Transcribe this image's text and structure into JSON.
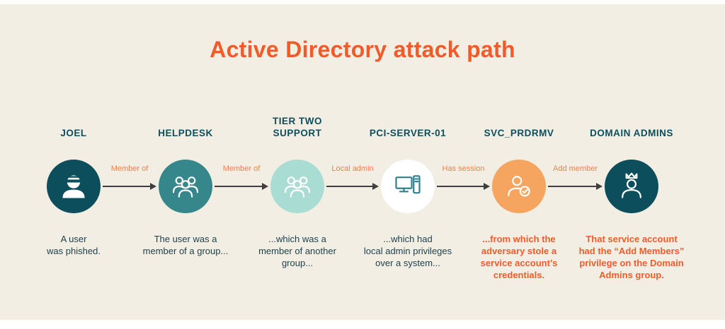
{
  "title": "Active Directory attack path",
  "nodes": [
    {
      "id": "joel",
      "label": "JOEL",
      "icon": "phished-user-icon",
      "circle_color": "#0d4e5c",
      "description": "A user\nwas phished.",
      "description_style": "dark"
    },
    {
      "id": "helpdesk",
      "label": "HELPDESK",
      "icon": "group-icon",
      "circle_color": "#35878c",
      "description": "The user was a\nmember of a group...",
      "description_style": "dark"
    },
    {
      "id": "tier-two-support",
      "label": "TIER TWO\nSUPPORT",
      "icon": "group-icon",
      "circle_color": "#a9dcd3",
      "description": "...which was a\nmember of another\ngroup...",
      "description_style": "dark"
    },
    {
      "id": "pci-server-01",
      "label": "PCI-SERVER-01",
      "icon": "computer-icon",
      "circle_color": "#ffffff",
      "description": "...which had\nlocal admin privileges\nover a system...",
      "description_style": "dark"
    },
    {
      "id": "svc-prdrmv",
      "label": "SVC_PRDRMV",
      "icon": "service-account-check-icon",
      "circle_color": "#f5a55f",
      "description": "...from which the\nadversary stole a\nservice account’s\ncredentials.",
      "description_style": "orange"
    },
    {
      "id": "domain-admins",
      "label": "DOMAIN ADMINS",
      "icon": "admin-crown-icon",
      "circle_color": "#0d4e5c",
      "description": "That service account\nhad the “Add Members”\nprivilege on the Domain\nAdmins group.",
      "description_style": "orange"
    }
  ],
  "arrows": [
    {
      "label": "Member of"
    },
    {
      "label": "Member of"
    },
    {
      "label": "Local admin"
    },
    {
      "label": "Has session"
    },
    {
      "label": "Add member"
    }
  ],
  "colors": {
    "background": "#f3eee4",
    "accent_orange": "#f15b2a",
    "arrow_label_orange": "#ef8050",
    "dark_teal": "#0d4e5c",
    "medium_teal": "#35878c",
    "mint": "#a9dcd3",
    "light_orange": "#f5a55f",
    "arrow": "#3f3f3f"
  }
}
